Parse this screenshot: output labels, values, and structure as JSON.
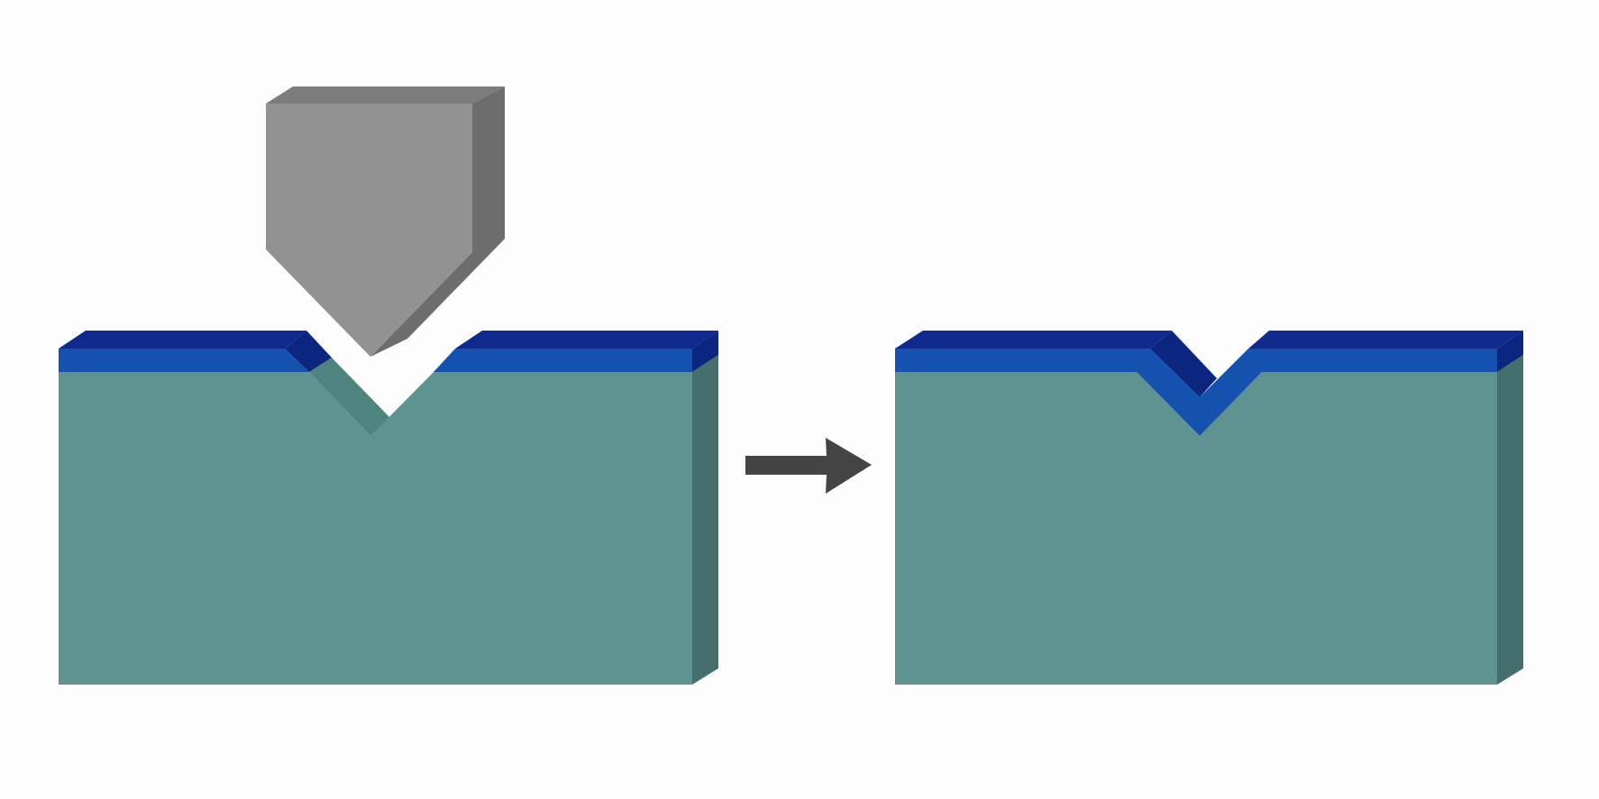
{
  "colors": {
    "background": "#fdfdfd",
    "substrate_front": "#5e9392",
    "substrate_side": "#456f6c",
    "substrate_groove_wall": "#4f8380",
    "coating_front": "#1552b0",
    "coating_top": "#0f2a8c",
    "coating_side": "#0c2680",
    "indenter_front": "#929292",
    "indenter_top": "#7c7c7c",
    "indenter_side": "#6d6d6d",
    "arrow": "#444444"
  },
  "panels": [
    {
      "stage": "before",
      "description_icon": "indenter-over-coated-block-icon"
    },
    {
      "stage": "after",
      "description_icon": "indented-coated-block-icon"
    }
  ],
  "arrow": {
    "direction": "right",
    "icon": "arrow-right-icon"
  }
}
